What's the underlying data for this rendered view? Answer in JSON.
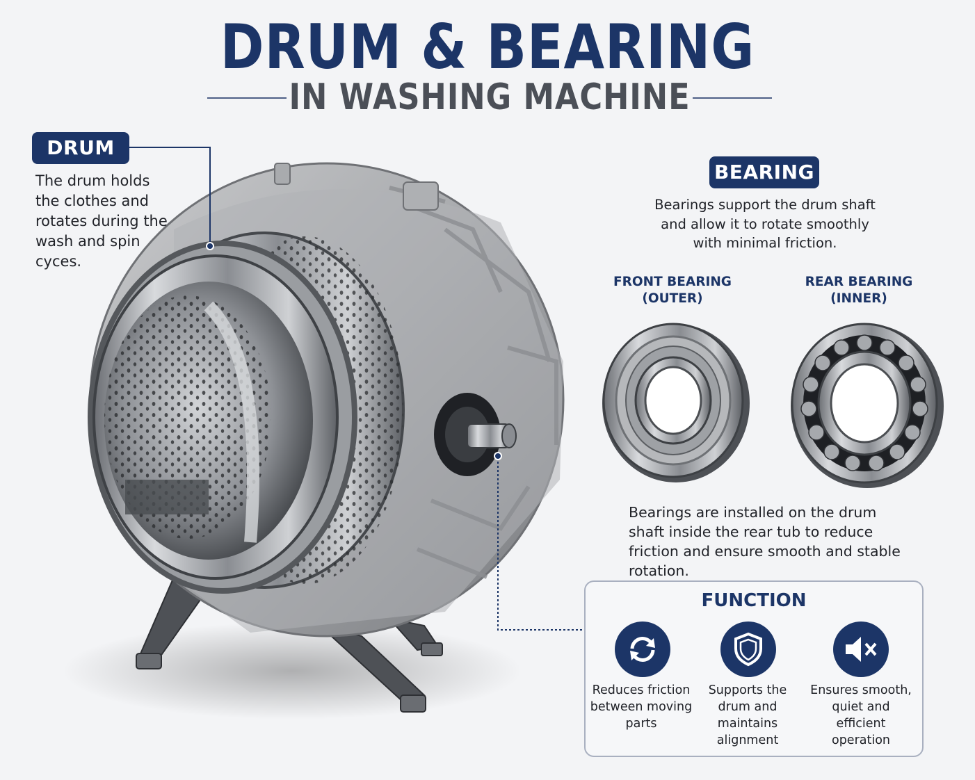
{
  "title": "DRUM & BEARING",
  "subtitle": "IN WASHING MACHINE",
  "drum": {
    "label": "DRUM",
    "description": "The drum holds the clothes and rotates during the wash and spin cyces."
  },
  "bearing": {
    "label": "BEARING",
    "description": "Bearings support the drum shaft and allow it to rotate smoothly with minimal friction.",
    "front": {
      "line1": "FRONT BEARING",
      "line2": "(OUTER)"
    },
    "rear": {
      "line1": "REAR BEARING",
      "line2": "(INNER)"
    },
    "installation": "Bearings are installed on the drum shaft inside the rear tub to reduce friction and ensure smooth and stable rotation."
  },
  "function": {
    "heading": "FUNCTION",
    "items": [
      {
        "icon": "rotate-arrows-icon",
        "caption": "Reduces friction between moving parts"
      },
      {
        "icon": "shield-icon",
        "caption": "Supports the drum and maintains alignment"
      },
      {
        "icon": "mute-speaker-icon",
        "caption": "Ensures smooth, quiet and efficient operation"
      }
    ]
  },
  "colors": {
    "navy": "#1c3567",
    "background": "#f3f4f6",
    "subtitle_gray": "#4b4f57"
  }
}
